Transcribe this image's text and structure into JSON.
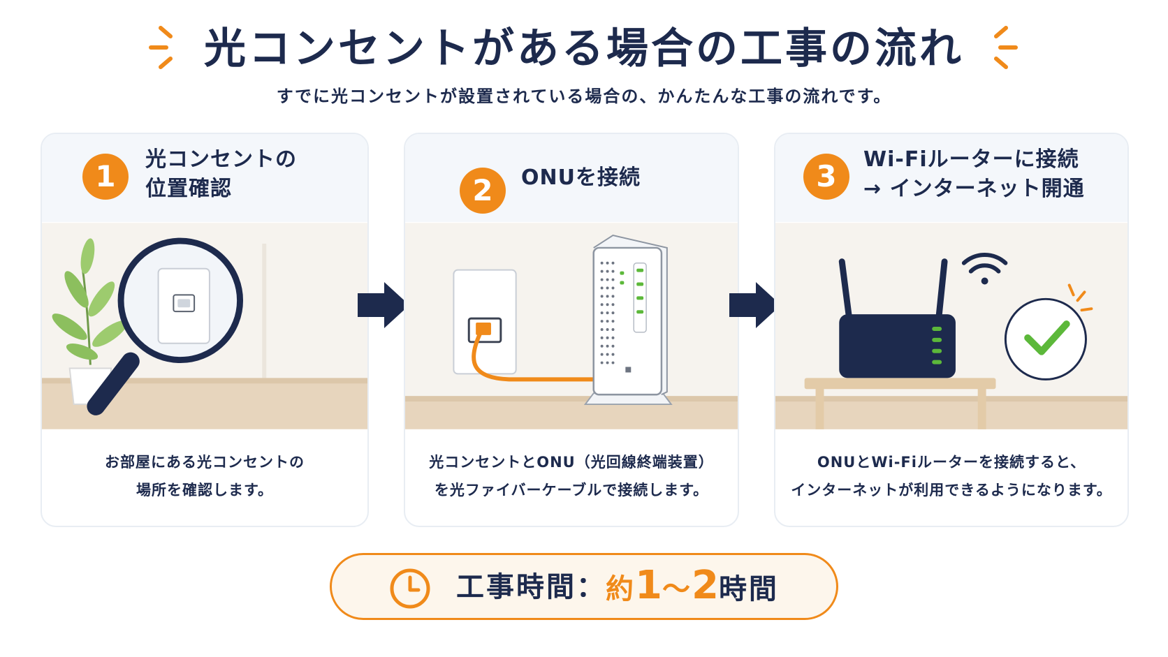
{
  "title": "光コンセントがある場合の工事の流れ",
  "subtitle": "すでに光コンセントが設置されている場合の、かんたんな工事の流れです。",
  "colors": {
    "accent": "#f08a1a",
    "navy": "#1d2a4d",
    "green": "#5cb83a"
  },
  "steps": [
    {
      "number": "1",
      "title_line1": "光コンセントの",
      "title_line2": "位置確認",
      "desc_line1": "お部屋にある光コンセントの",
      "desc_line2": "場所を確認します。",
      "icon": "magnifier-outlet-icon"
    },
    {
      "number": "2",
      "title_line1": "ONUを接続",
      "title_line2": "",
      "desc_line1": "光コンセントとONU（光回線終端装置）",
      "desc_line2": "を光ファイバーケーブルで接続します。",
      "icon": "onu-device-icon"
    },
    {
      "number": "3",
      "title_line1": "Wi-Fiルーターに接続",
      "title_line2": "→ インターネット開通",
      "desc_line1": "ONUとWi-Fiルーターを接続すると、",
      "desc_line2": "インターネットが利用できるようになります。",
      "icon": "router-check-icon"
    }
  ],
  "time": {
    "label": "工事時間：",
    "prefix": "約",
    "from": "1",
    "tilde": "〜",
    "to": "2",
    "unit": "時間"
  }
}
